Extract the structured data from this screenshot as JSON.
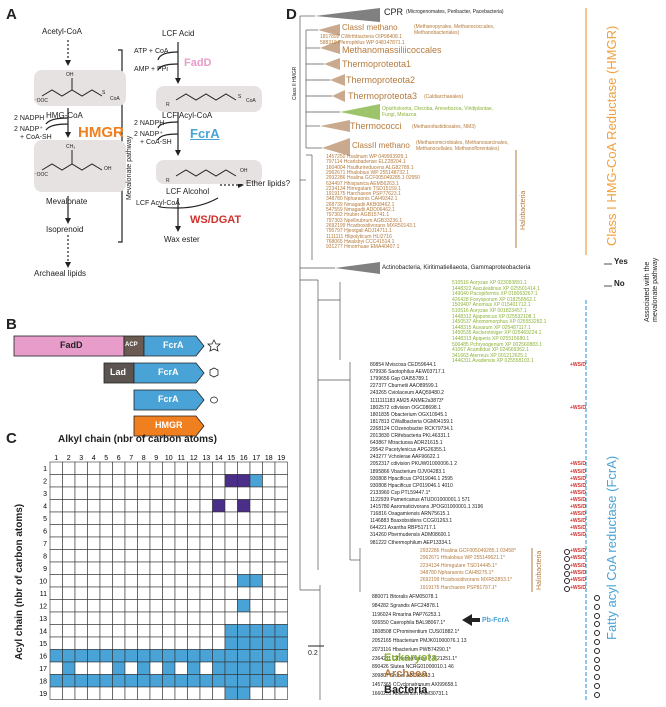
{
  "panels": {
    "a": "A",
    "b": "B",
    "c": "C",
    "d": "D"
  },
  "panel_a": {
    "acetyl_coa": "Acetyl-CoA",
    "hmg_coa": "HMG-CoA",
    "hmgr": "HMGR",
    "nadph": "2 NADPH",
    "nadp": "2 NADP⁺",
    "coash": "+ CoA-SH",
    "mevalonate": "Mevalonate",
    "isoprenoid": "Isoprenoid",
    "archaeal_lipids": "Archaeal lipids",
    "mevalonate_pathway": "Mevalonate pathway",
    "ooc": "⁻OOC",
    "ch3": "CH₃",
    "oh": "OH",
    "coa": "CoA",
    "s": "S",
    "lcf_acid": "LCF Acid",
    "atp": "ATP + CoA",
    "amp": "AMP + PPi",
    "fadd": "FadD",
    "lcf_acyl_coa": "LCF Acyl-CoA",
    "fcra": "FcrA",
    "lcf_alcohol": "LCF Alcohol",
    "ether_lipids": "Ether lipids?",
    "lcf_acyl_coa2": "LCF Acyl-CoA",
    "ws_dgat": "WS/DGAT",
    "wax_ester": "Wax ester",
    "r": "R"
  },
  "panel_b": {
    "rows": [
      {
        "domains": [
          {
            "label": "FadD",
            "color": "#e89cc9"
          },
          {
            "label": "ACP",
            "color": "#6a5a52"
          },
          {
            "label": "FcrA",
            "color": "#4aa3d6"
          }
        ],
        "symbol": "star"
      },
      {
        "domains": [
          {
            "label": "Lad",
            "color": "#5b5450"
          },
          {
            "label": "FcrA",
            "color": "#4aa3d6"
          }
        ],
        "symbol": "hexagon"
      },
      {
        "domains": [
          {
            "label": "FcrA",
            "color": "#4aa3d6"
          }
        ],
        "symbol": "ellipse"
      },
      {
        "domains": [
          {
            "label": "HMGR",
            "color": "#f0801f"
          }
        ],
        "symbol": ""
      }
    ]
  },
  "panel_c": {
    "title": "Alkyl chain (nbr of carbon atoms)",
    "ylabel": "Acyl chain (nbr of carbon atoms)",
    "cols": [
      "1",
      "2",
      "3",
      "4",
      "5",
      "6",
      "7",
      "8",
      "9",
      "10",
      "11",
      "12",
      "13",
      "14",
      "15",
      "16",
      "17",
      "18",
      "19"
    ],
    "rows": [
      "1",
      "2",
      "3",
      "4",
      "5",
      "6",
      "7",
      "8",
      "9",
      "10",
      "11",
      "12",
      "13",
      "14",
      "15",
      "16",
      "17",
      "18",
      "19"
    ],
    "fill_color": "#4aa3d6",
    "dark_color": "#4b2e8a",
    "cells": [
      {
        "r": 2,
        "c": 15,
        "k": "d"
      },
      {
        "r": 2,
        "c": 16,
        "k": "d"
      },
      {
        "r": 2,
        "c": 17,
        "k": "b"
      },
      {
        "r": 4,
        "c": 14,
        "k": "d"
      },
      {
        "r": 4,
        "c": 16,
        "k": "d"
      },
      {
        "r": 10,
        "c": 16,
        "k": "b"
      },
      {
        "r": 10,
        "c": 17,
        "k": "b"
      },
      {
        "r": 12,
        "c": 16,
        "k": "b"
      },
      {
        "r": 14,
        "c": 15,
        "k": "b"
      },
      {
        "r": 14,
        "c": 16,
        "k": "b"
      },
      {
        "r": 14,
        "c": 17,
        "k": "b"
      },
      {
        "r": 14,
        "c": 18,
        "k": "b"
      },
      {
        "r": 14,
        "c": 19,
        "k": "b"
      },
      {
        "r": 15,
        "c": 15,
        "k": "b"
      },
      {
        "r": 15,
        "c": 16,
        "k": "b"
      },
      {
        "r": 15,
        "c": 17,
        "k": "b"
      },
      {
        "r": 15,
        "c": 18,
        "k": "b"
      },
      {
        "r": 15,
        "c": 19,
        "k": "b"
      },
      {
        "r": 16,
        "c": 1,
        "k": "b"
      },
      {
        "r": 16,
        "c": 2,
        "k": "b"
      },
      {
        "r": 16,
        "c": 3,
        "k": "b"
      },
      {
        "r": 16,
        "c": 4,
        "k": "b"
      },
      {
        "r": 16,
        "c": 5,
        "k": "b"
      },
      {
        "r": 16,
        "c": 6,
        "k": "b"
      },
      {
        "r": 16,
        "c": 7,
        "k": "b"
      },
      {
        "r": 16,
        "c": 8,
        "k": "b"
      },
      {
        "r": 16,
        "c": 9,
        "k": "b"
      },
      {
        "r": 16,
        "c": 10,
        "k": "b"
      },
      {
        "r": 16,
        "c": 11,
        "k": "b"
      },
      {
        "r": 16,
        "c": 12,
        "k": "b"
      },
      {
        "r": 16,
        "c": 13,
        "k": "b"
      },
      {
        "r": 16,
        "c": 14,
        "k": "b"
      },
      {
        "r": 16,
        "c": 15,
        "k": "b"
      },
      {
        "r": 16,
        "c": 16,
        "k": "b"
      },
      {
        "r": 16,
        "c": 17,
        "k": "b"
      },
      {
        "r": 16,
        "c": 18,
        "k": "b"
      },
      {
        "r": 16,
        "c": 19,
        "k": "b"
      },
      {
        "r": 17,
        "c": 2,
        "k": "b"
      },
      {
        "r": 17,
        "c": 6,
        "k": "b"
      },
      {
        "r": 17,
        "c": 8,
        "k": "b"
      },
      {
        "r": 17,
        "c": 10,
        "k": "b"
      },
      {
        "r": 17,
        "c": 12,
        "k": "b"
      },
      {
        "r": 17,
        "c": 14,
        "k": "b"
      },
      {
        "r": 17,
        "c": 15,
        "k": "b"
      },
      {
        "r": 17,
        "c": 16,
        "k": "b"
      },
      {
        "r": 17,
        "c": 17,
        "k": "b"
      },
      {
        "r": 17,
        "c": 18,
        "k": "b"
      },
      {
        "r": 18,
        "c": 1,
        "k": "b"
      },
      {
        "r": 18,
        "c": 2,
        "k": "b"
      },
      {
        "r": 18,
        "c": 3,
        "k": "b"
      },
      {
        "r": 18,
        "c": 4,
        "k": "b"
      },
      {
        "r": 18,
        "c": 5,
        "k": "b"
      },
      {
        "r": 18,
        "c": 6,
        "k": "b"
      },
      {
        "r": 18,
        "c": 7,
        "k": "b"
      },
      {
        "r": 18,
        "c": 8,
        "k": "b"
      },
      {
        "r": 18,
        "c": 9,
        "k": "b"
      },
      {
        "r": 18,
        "c": 10,
        "k": "b"
      },
      {
        "r": 18,
        "c": 11,
        "k": "b"
      },
      {
        "r": 18,
        "c": 12,
        "k": "b"
      },
      {
        "r": 18,
        "c": 13,
        "k": "b"
      },
      {
        "r": 18,
        "c": 14,
        "k": "b"
      },
      {
        "r": 18,
        "c": 15,
        "k": "b"
      },
      {
        "r": 18,
        "c": 16,
        "k": "b"
      },
      {
        "r": 18,
        "c": 17,
        "k": "b"
      },
      {
        "r": 18,
        "c": 18,
        "k": "b"
      },
      {
        "r": 18,
        "c": 19,
        "k": "b"
      },
      {
        "r": 19,
        "c": 15,
        "k": "b"
      },
      {
        "r": 19,
        "c": 16,
        "k": "b"
      }
    ]
  },
  "panel_d": {
    "cpr": "CPR",
    "cpr_sub": "(Microgenomates, Peribacter, Pacebacteria)",
    "class1_hmg": "Class I HMG-CoA Reductase (HMGR)",
    "fatty_acyl": "Fatty acyl CoA reductase (FcrA)",
    "class2_label": "Class II HMGR",
    "associated": "Associated with the mevalonate pathway",
    "yes": "Yes",
    "no": "No",
    "scale": "0.2",
    "act_line": "Actinobacteria, Kiritimatiellaeota, Gammaproteobacteria",
    "pb_fcra": "Pb-FcrA",
    "halobacteria1": "Halobacteria",
    "halobacteria2": "Halobacteria",
    "legend": {
      "eukaryota": "Eukaryota",
      "archaea": "Archaea",
      "bacteria": "Bacteria"
    },
    "legend_colors": {
      "eukaryota": "#8cb33a",
      "archaea": "#b57a3c",
      "bacteria": "#222222"
    },
    "clades": [
      {
        "name": "ClassI methano",
        "sub": "(Methanopyrales, Methanococcales, Methanobacteriales)"
      },
      {
        "name": "Methanomassiliicoccales",
        "sub": ""
      },
      {
        "name": "Thermoproteota1",
        "sub": ""
      },
      {
        "name": "Thermoproteota2",
        "sub": ""
      },
      {
        "name": "Thermoproteota3",
        "sub": "(Caldiarchaeales)"
      },
      {
        "name": "",
        "sub": "Opisthokonta, Discoba, Amoebozoa, Viridiplantae, Fungi, Metazoa"
      },
      {
        "name": "Thermococci",
        "sub": "(Methanofastidiosales, NM3)"
      },
      {
        "name": "ClassII methano",
        "sub": "(Methanomicrobiales, Methanosarcinales, Methanocellales, Methanoflorentales)"
      }
    ],
    "methano_leaves": [
      "1817892 CWirthbacteria OIP98408.1",
      "588319 Pferrophilus WP 048147871.1"
    ],
    "halo_leaves": [
      "1457250 Hsalinum WP 049993929.1",
      "797114 Hcarlsbadense ELZ28204.1",
      "1604004 Hsulfurireducens ALG82789.1",
      "2962671 Hhalobius WP 255148732.1",
      "2932286 Hsalina GCF005049285.1 02950",
      "634497 Hhispanica AEM56263.1",
      "2234134 Hirregulare TSD15159.1",
      "1919175 Harchaeon PSP77623.1",
      "348780 Npharaonis CAI49342.1",
      "268739 Nmagadii AKB08462.1",
      "547559 Nmagadii ADD06462.1",
      "797302 Hruber AGB15741.1",
      "797303 Npellirubrum AGB33236.1",
      "2692199 Hcarboxidivorans MXR50143.1",
      "795797 Hjeotgali ADJ14711.1",
      "1111111 Hlipolyticum HLI2716",
      "768065 Hwalsbyi CCC41514.1",
      "931277 Hmorrhuae EMA40407.1"
    ],
    "euk_leaves": [
      "510516 Aoryzae XP 023093891.1",
      "1448322 Aaculeatinus XP 025501414.1",
      "149040 Pacopiformis XP 018063267.1",
      "426428 Foxysporum XP 018258562.1",
      "1509407 Anomius XP 015401712.1",
      "510516 Aoryzae XP 001823457.1",
      "1448312 Ajaponicus XP 025532108.1",
      "1450537 Ahomomorphus XP 025553282.1",
      "1448315 Auvarum XP 025487117.1",
      "1450535 Asclerotiniger XP 025469224.1",
      "1448313 Apiperis XP 025515680.1",
      "500485 Pchrysogenum XP 002560883.1",
      "41067 Acandidus XP 024669362.1",
      "341663 Aterreus XP 001212625.1",
      "1446311 Avadensis XP 025558103.1"
    ],
    "bac_leaves": [
      {
        "t": "80854 Mviscosa CED59644.1",
        "ws": true
      },
      {
        "t": "679936 Saotophilus AEW03717.1",
        "ws": false
      },
      {
        "t": "1799656 Gsp OAI55789.1",
        "ws": false
      },
      {
        "t": "227377 Cburnetii AAO89599.1",
        "ws": false
      },
      {
        "t": "243265 Cviolaceum AAQ59480.2",
        "ws": false
      },
      {
        "t": "1111111183 AM25 ANME2a3873*",
        "ws": false
      },
      {
        "t": "1802572 cdivision OGC08698.1",
        "ws": true
      },
      {
        "t": "1801835 Obacterium OGX10945.1",
        "ws": false
      },
      {
        "t": "1817813 CWallbacteria OGM04159.1",
        "ws": false
      },
      {
        "t": "2268124 COzenobacter RCK79734.1",
        "ws": false
      },
      {
        "t": "2013830 CRifebacteria PKL46331.1",
        "ws": false
      },
      {
        "t": "643867 Mtractuosa ADR21615.1",
        "ws": false
      },
      {
        "t": "29542 Pacetylenicus APG26355.1",
        "ws": false
      },
      {
        "t": "243277 Vcholerae AAF96622.1",
        "ws": false
      },
      {
        "t": "2052317 cdivision PKUW01000006.1 2",
        "ws": true
      },
      {
        "t": "1895866 Vbacterium OJV04283.1",
        "ws": true
      },
      {
        "t": "930808 Hpacificus CP019046.1 2595",
        "ws": true
      },
      {
        "t": "930808 Hpacificus CP019046.1 4010",
        "ws": true
      },
      {
        "t": "2133960 Csp PTL59447.1*",
        "ws": true
      },
      {
        "t": "1122939 Pamericanus ATUD01000001.1 571",
        "ws": true
      },
      {
        "t": "1415780 Aaromaticivorans JPOG01000001.1 3196",
        "ws": true
      },
      {
        "t": "716816 Osagamiensis ARN75615.1",
        "ws": true
      },
      {
        "t": "1146883 Bsaxobsidens CCG01263.1",
        "ws": true
      },
      {
        "t": "644221 Axantha RBP51717.1",
        "ws": true
      },
      {
        "t": "314260 Pbermudensis ADM08600.1",
        "ws": true
      },
      {
        "t": "981222 Cthermophilum AEP13334.1",
        "ws": false
      }
    ],
    "halo2_leaves": [
      "2932286 Hsalina GCF005049285.1 03458*",
      "2962671 Hhalobius WP 255149621.1*",
      "2234134 Hirregulare TSD14445.1*",
      "348780 Npharaonis CAI48275.1*",
      "2692199 Hcarboxidivorans MXR52853.1*",
      "1919175 Harchaeon PSP81797.1*"
    ],
    "bac2_leaves": [
      "880071 Bitoralis AFM05078.1",
      "984282 Sgrandis AFC24878.1",
      "1196024 Rmarina PAP76253.1",
      "926550 Caerophila BAL98067.1*",
      "1808508 CProminentium CUS01882.1*",
      "2052165 Hbacterium PMJK01000076.1 13",
      "2073116 Hbacterium PWB74290.1*",
      "2364211 CThermofonsia PJF21251.1*",
      "890426 Slutea NCRG01000010.1 46",
      "309807 Sruber ABC45343.1",
      "1457365 CCyclonatronum AXI99658.1",
      "1660251 Abacterium ANM30731.1"
    ],
    "ws_label": "+WS/D"
  }
}
